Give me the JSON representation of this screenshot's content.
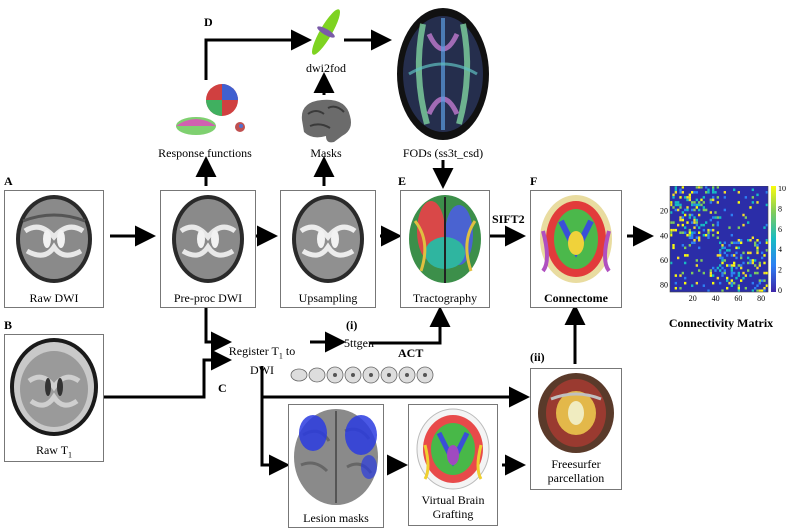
{
  "panel_labels": {
    "a": "A",
    "b": "B",
    "c": "C",
    "d": "D",
    "e": "E",
    "f": "F",
    "i": "(i)",
    "ii": "(ii)"
  },
  "nodes": {
    "raw_dwi": "Raw DWI",
    "raw_t1_base": "Raw T",
    "raw_t1_sub": "1",
    "preproc_dwi": "Pre-proc DWI",
    "upsampling": "Upsampling",
    "tractography": "Tractography",
    "connectome": "Connectome",
    "connectivity_matrix": "Connectivity Matrix",
    "response_functions": "Response functions",
    "masks": "Masks",
    "fods": "FODs (ss3t_csd)",
    "dwi2fod": "dwi2fod",
    "register_line1_base": "Register T",
    "register_line1_sub": "1",
    "register_line1_end": " to",
    "register_line2": "DWI",
    "fivettgen": "5ttgen",
    "act": "ACT",
    "sift2": "SIFT2",
    "freesurfer_line1": "Freesurfer",
    "freesurfer_line2": "parcellation",
    "lesion_masks": "Lesion masks",
    "vbg_line1": "Virtual Brain",
    "vbg_line2": "Grafting"
  },
  "matrix": {
    "y_ticks": [
      "20",
      "40",
      "60",
      "80"
    ],
    "x_ticks": [
      "20",
      "40",
      "60",
      "80"
    ],
    "colorbar_ticks": [
      "10",
      "8",
      "6",
      "4",
      "2",
      "0"
    ],
    "colorbar_range": [
      0,
      10
    ],
    "colormap": [
      "#3e26a8",
      "#2d7ff4",
      "#17bbc3",
      "#7fcb5c",
      "#f3dd2c",
      "#f9fb0e"
    ]
  }
}
